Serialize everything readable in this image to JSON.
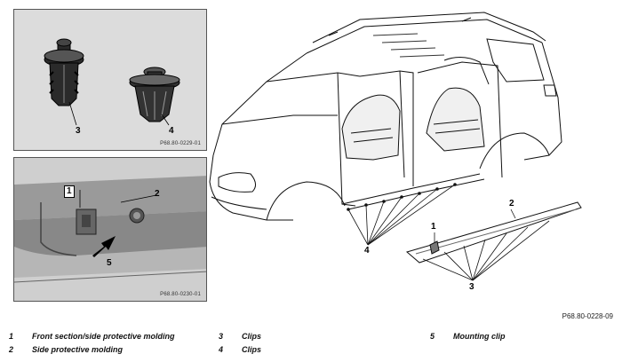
{
  "panel_clips": {
    "callout_3": "3",
    "callout_4": "4",
    "code": "P68.80-0229-01"
  },
  "panel_detail": {
    "callout_1": "1",
    "callout_2": "2",
    "callout_5": "5",
    "code": "P68.80-0230-01"
  },
  "main_drawing": {
    "callout_4": "4",
    "callout_1": "1",
    "callout_2": "2",
    "callout_3": "3",
    "code": "P68.80-0228-09"
  },
  "legend": [
    {
      "num": "1",
      "label": "Front section/side protective molding"
    },
    {
      "num": "2",
      "label": "Side protective molding"
    },
    {
      "num": "3",
      "label": "Clips"
    },
    {
      "num": "4",
      "label": "Clips"
    },
    {
      "num": "5",
      "label": "Mounting clip"
    }
  ]
}
